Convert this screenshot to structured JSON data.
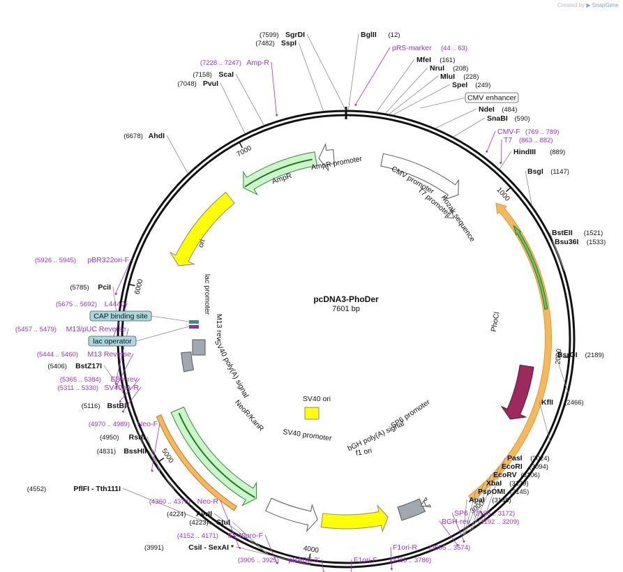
{
  "header": {
    "credit_prefix": "Created by",
    "credit_brand": "SnapGene"
  },
  "map": {
    "name": "pcDNA3-PhoDer",
    "length_label": "7601 bp",
    "total_bp": 7601,
    "ticks": [
      {
        "bp": 1000,
        "label": "1000"
      },
      {
        "bp": 2000,
        "label": "2000"
      },
      {
        "bp": 3000,
        "label": "3000"
      },
      {
        "bp": 4000,
        "label": "4000"
      },
      {
        "bp": 5000,
        "label": "5000"
      },
      {
        "bp": 6000,
        "label": "6000"
      },
      {
        "bp": 7000,
        "label": "7000"
      }
    ],
    "colors": {
      "backbone": "#111111",
      "primer": "#9b30d0",
      "promoter_fill": "#ffffff",
      "ori_fill": "#ffff00",
      "resistance_fill": "#ccf5cc",
      "resistance_line": "#1e7b1e",
      "phocl_fill": "#9c2a5c",
      "highlight": "#f4b860",
      "terminator_fill": "#a0a8b0",
      "feature_box_fill": "#a8d8e0"
    },
    "enzymes": [
      {
        "name": "SgrDI",
        "pos": "(7599)",
        "bp": 7599
      },
      {
        "name": "BglII",
        "pos": "(12)",
        "bp": 12
      },
      {
        "name": "SspI",
        "pos": "(7482)",
        "bp": 7482
      },
      {
        "name": "MfeI",
        "pos": "(161)",
        "bp": 161
      },
      {
        "name": "NruI",
        "pos": "(208)",
        "bp": 208
      },
      {
        "name": "MluI",
        "pos": "(228)",
        "bp": 228
      },
      {
        "name": "SpeI",
        "pos": "(249)",
        "bp": 249
      },
      {
        "name": "ScaI",
        "pos": "(7158)",
        "bp": 7158
      },
      {
        "name": "PvuI",
        "pos": "(7048)",
        "bp": 7048
      },
      {
        "name": "NdeI",
        "pos": "(484)",
        "bp": 484
      },
      {
        "name": "SnaBI",
        "pos": "(590)",
        "bp": 590
      },
      {
        "name": "AhdI",
        "pos": "(6678)",
        "bp": 6678
      },
      {
        "name": "HindIII",
        "pos": "(889)",
        "bp": 889
      },
      {
        "name": "BsgI",
        "pos": "(1147)",
        "bp": 1147
      },
      {
        "name": "BstEII",
        "pos": "(1521)",
        "bp": 1521
      },
      {
        "name": "Bsu36I",
        "pos": "(1533)",
        "bp": 1533
      },
      {
        "name": "PciI",
        "pos": "(5785)",
        "bp": 5785
      },
      {
        "name": "BsrGI",
        "pos": "(2189)",
        "bp": 2189
      },
      {
        "name": "BstZ17I",
        "pos": "(5406)",
        "bp": 5406
      },
      {
        "name": "KflI",
        "pos": "(2466)",
        "bp": 2466
      },
      {
        "name": "BstBI",
        "pos": "(5116)",
        "bp": 5116
      },
      {
        "name": "RsrII",
        "pos": "(4950)",
        "bp": 4950
      },
      {
        "name": "BssHII",
        "pos": "(4831)",
        "bp": 4831
      },
      {
        "name": "PasI",
        "pos": "(3024)",
        "bp": 3024
      },
      {
        "name": "EcoRI",
        "pos": "(3094)",
        "bp": 3094
      },
      {
        "name": "EcoRV",
        "pos": "(3106)",
        "bp": 3106
      },
      {
        "name": "XbaI",
        "pos": "(3139)",
        "bp": 3139
      },
      {
        "name": "PspOMI",
        "pos": "(3145)",
        "bp": 3145
      },
      {
        "name": "ApaI",
        "pos": "(3149)",
        "bp": 3149
      },
      {
        "name": "PflFI  - Tth111I",
        "pos": "(4552)",
        "bp": 4552
      },
      {
        "name": "AvrII",
        "pos": "(4224)",
        "bp": 4224
      },
      {
        "name": "StuI",
        "pos": "(4223)",
        "bp": 4223
      },
      {
        "name": "CsiI  - SexAI *",
        "pos": "(3991)",
        "bp": 3991
      }
    ],
    "primers": [
      {
        "name": "pRS-marker",
        "pos": "(44 .. 63)"
      },
      {
        "name": "Amp-R",
        "pos": "(7228 .. 7247)"
      },
      {
        "name": "CMV-F",
        "pos": "(769 .. 789)"
      },
      {
        "name": "T7",
        "pos": "(863 .. 882)"
      },
      {
        "name": "pBR322ori-F",
        "pos": "(5926 .. 5945)"
      },
      {
        "name": "L4440",
        "pos": "(5675 .. 5692)"
      },
      {
        "name": "M13/pUC Reverse",
        "pos": "(5457 .. 5479)"
      },
      {
        "name": "M13 Reverse",
        "pos": "(5444 .. 5460)"
      },
      {
        "name": "EBV-rev",
        "pos": "(5365 .. 5384)"
      },
      {
        "name": "SV40pA-R",
        "pos": "(5311 .. 5330)"
      },
      {
        "name": "Neo-F",
        "pos": "(4970 .. 4989)"
      },
      {
        "name": "Neo-R",
        "pos": "(4360 .. 4379)"
      },
      {
        "name": "SV40pro-F",
        "pos": "(4152 .. 4171)"
      },
      {
        "name": "pBABE 3'",
        "pos": "(3905 .. 3925)"
      },
      {
        "name": "F1ori-F",
        "pos": "(3765 .. 3786)"
      },
      {
        "name": "F1ori-R",
        "pos": "(3555 .. 3574)"
      },
      {
        "name": "SP6",
        "pos": "(3155 .. 3172)"
      },
      {
        "name": "BGH-rev",
        "pos": "(3192 .. 3209)"
      }
    ],
    "boxed_features": [
      {
        "name": "CMV enhancer"
      },
      {
        "name": "CAP binding site"
      },
      {
        "name": "lac operator"
      }
    ],
    "features": [
      {
        "name": "AmpR promoter"
      },
      {
        "name": "AmpR"
      },
      {
        "name": "ori"
      },
      {
        "name": "CMV promoter"
      },
      {
        "name": "T7 promoter"
      },
      {
        "name": "Kozak sequence"
      },
      {
        "name": "PhoCl"
      },
      {
        "name": "lac promoter"
      },
      {
        "name": "M13 rev"
      },
      {
        "name": "SV40 poly(A) signal"
      },
      {
        "name": "NeoR/KanR"
      },
      {
        "name": "SV40 ori"
      },
      {
        "name": "SV40 promoter"
      },
      {
        "name": "SP6 promoter"
      },
      {
        "name": "bGH poly(A) signal"
      },
      {
        "name": "f1 ori"
      }
    ]
  }
}
